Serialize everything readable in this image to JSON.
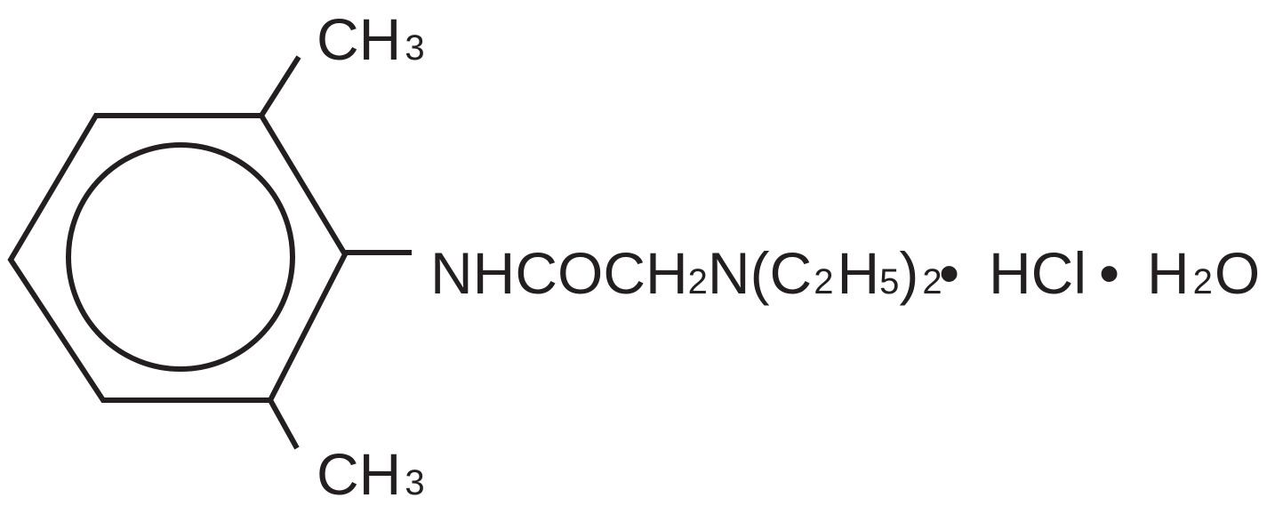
{
  "structure": {
    "top_group": {
      "main": "CH",
      "sub": "3"
    },
    "bottom_group": {
      "main": "CH",
      "sub": "3"
    },
    "formula": [
      {
        "text": "NHCOCH",
        "sub": false
      },
      {
        "text": "2",
        "sub": true
      },
      {
        "text": "N(C",
        "sub": false
      },
      {
        "text": "2",
        "sub": true
      },
      {
        "text": "H",
        "sub": false
      },
      {
        "text": "5",
        "sub": true
      },
      {
        "text": ")",
        "sub": false
      },
      {
        "text": "2",
        "sub": true
      }
    ],
    "salt": {
      "dot1": "•",
      "hcl": "HCl",
      "dot2": "•",
      "water_h": "H",
      "water_sub": "2",
      "water_o": "O"
    }
  }
}
